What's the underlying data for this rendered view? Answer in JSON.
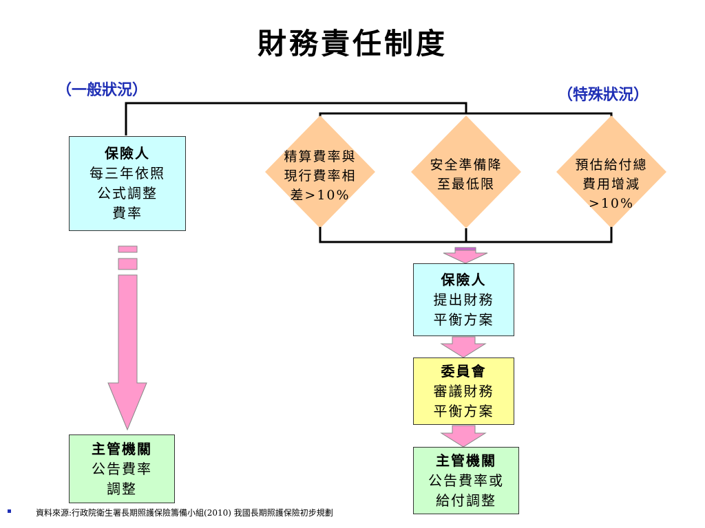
{
  "title": "財務責任制度",
  "labels": {
    "general": "（一般狀況）",
    "special": "（特殊狀況）"
  },
  "left_box": {
    "head": "保險人",
    "lines": [
      "每三年依照",
      "公式調整",
      "費率"
    ]
  },
  "diamonds": [
    {
      "lines": [
        "精算費率與",
        "現行費率相",
        "差>10%"
      ]
    },
    {
      "lines": [
        "安全準備降",
        "至最低限"
      ]
    },
    {
      "lines": [
        "預估給付總",
        "費用增減",
        ">10%"
      ]
    }
  ],
  "right_insurer_box": {
    "head": "保險人",
    "lines": [
      "提出財務",
      "平衡方案"
    ]
  },
  "committee_box": {
    "head": "委員會",
    "lines": [
      "審議財務",
      "平衡方案"
    ]
  },
  "left_authority_box": {
    "head": "主管機關",
    "lines": [
      "公告費率",
      "調整"
    ]
  },
  "right_authority_box": {
    "head": "主管機關",
    "lines": [
      "公告費率或",
      "給付調整"
    ]
  },
  "footer": "資料來源:行政院衛生署長期照護保險籌備小組(2010) 我國長期照護保險初步規劃",
  "colors": {
    "cyan_box": "#ccffff",
    "green_box": "#ccffcc",
    "yellow_box": "#ffff99",
    "diamond": "#ffcc99",
    "arrow": "#ff99cc",
    "label": "#1f2fb5"
  }
}
